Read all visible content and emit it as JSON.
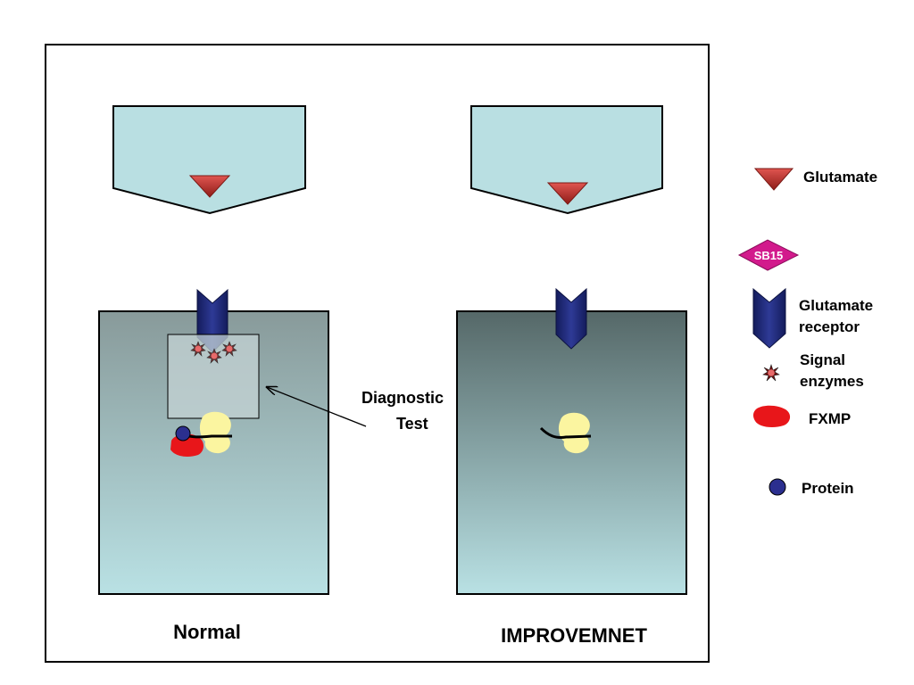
{
  "panels": {
    "left_caption": "Normal",
    "right_caption": "IMPROVEMNET",
    "diagnostic_label_line1": "Diagnostic",
    "diagnostic_label_line2": "Test"
  },
  "legend": {
    "glutamate": "Glutamate",
    "sb15": "SB15",
    "receptor_line1": "Glutamate",
    "receptor_line2": "receptor",
    "signal_line1": "Signal",
    "signal_line2": "enzymes",
    "fxmp": "FXMP",
    "protein": "Protein"
  },
  "colors": {
    "glutamate": "#c0302c",
    "sb15": "#d21a8c",
    "receptor": "#1f2a7a",
    "signal": "#e06060",
    "fxmp": "#e8161a",
    "protein": "#2b2f8f",
    "bulb": "#b9dfe2",
    "cell_top_left": "#889a9a",
    "cell_top_right": "#566a6a",
    "cell_bottom": "#b9e1e4",
    "enzyme_yellow": "#fbf5a0"
  }
}
